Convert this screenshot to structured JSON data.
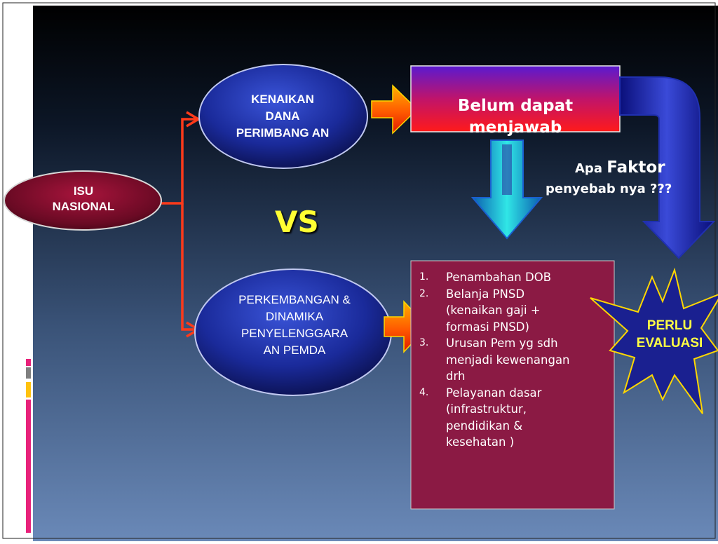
{
  "nodes": {
    "isu": [
      "ISU",
      "NASIONAL"
    ],
    "kenaikan": [
      "KENAIKAN",
      "DANA",
      "PERIMBANG AN"
    ],
    "perkembangan": [
      "PERKEMBANGAN &",
      "DINAMIKA",
      "PENYELENGGARA",
      "AN PEMDA"
    ],
    "belum": [
      "Belum dapat",
      "menjawab"
    ],
    "vs": "VS",
    "perlu": [
      "PERLU",
      "EVALUASI"
    ]
  },
  "question": {
    "apa": "Apa",
    "faktor": "Faktor",
    "line2": "penyebab nya ???"
  },
  "list_items": [
    {
      "num": "1.",
      "lines": [
        "Penambahan DOB"
      ]
    },
    {
      "num": "2.",
      "lines": [
        "Belanja PNSD",
        "(kenaikan gaji +",
        "formasi PNSD)"
      ]
    },
    {
      "num": "3.",
      "lines": [
        "Urusan Pem yg sdh",
        "menjadi kewenangan",
        "drh"
      ]
    },
    {
      "num": "4.",
      "lines": [
        "Pelayanan dasar",
        "(infrastruktur,",
        "pendidikan &",
        "kesehatan )"
      ]
    }
  ],
  "colors": {
    "slide_top": "#000000",
    "slide_bottom": "#6a89b8",
    "ellipse_blue": "#1a1f8a",
    "isu_ellipse": "#7a1030",
    "connector": "#ff3a1a",
    "list_box": "#8b1a44",
    "burst": "#1a2090",
    "burst_outline": "#ffd700",
    "vs_text": "#ffff33",
    "perlu_text": "#ffff44",
    "accent_pink": "#e8217a",
    "accent_yellow": "#ffc20e",
    "accent_gray": "#7f7f7f"
  }
}
